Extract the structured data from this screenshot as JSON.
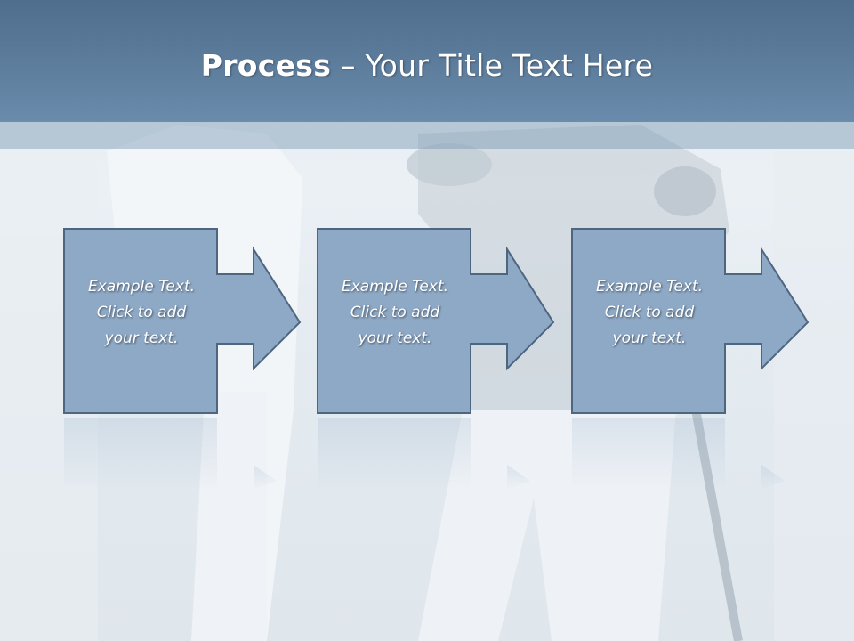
{
  "slide": {
    "title_bold": "Process",
    "title_sep": " – ",
    "title_rest": "Your Title Text Here"
  },
  "steps": [
    {
      "text": "Example Text.\nClick  to add\nyour text."
    },
    {
      "text": "Example Text.\nClick  to add\nyour text."
    },
    {
      "text": "Example Text.\nClick  to add\nyour text."
    }
  ],
  "colors": {
    "header": "#5b7b9c",
    "box_fill": "#8ea9c6",
    "box_stroke": "#4f6680"
  }
}
